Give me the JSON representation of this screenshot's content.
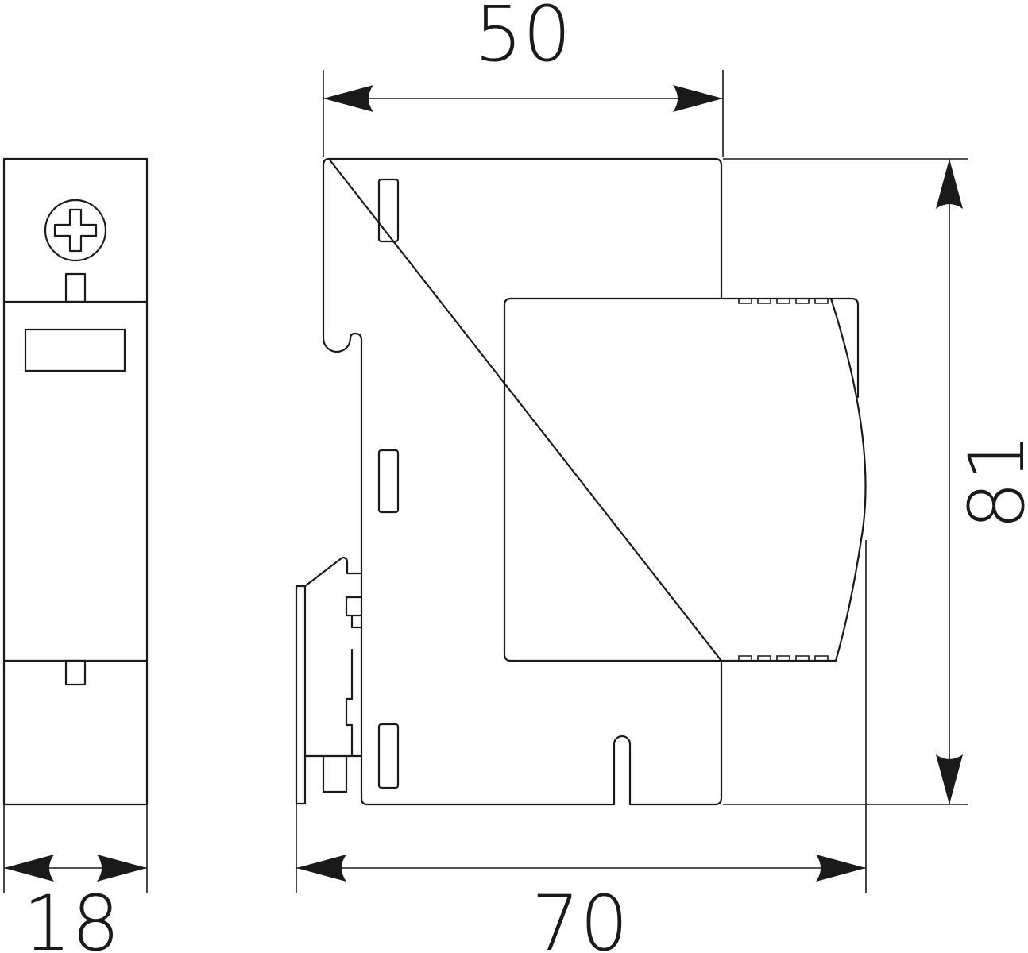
{
  "dimensions": {
    "width_top": "50",
    "width_front": "18",
    "depth_total": "70",
    "height": "81"
  }
}
